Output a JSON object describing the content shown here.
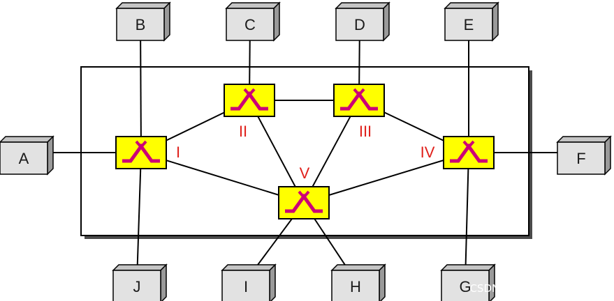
{
  "hosts": [
    {
      "id": "A",
      "label": "A"
    },
    {
      "id": "B",
      "label": "B"
    },
    {
      "id": "C",
      "label": "C"
    },
    {
      "id": "D",
      "label": "D"
    },
    {
      "id": "E",
      "label": "E"
    },
    {
      "id": "F",
      "label": "F"
    },
    {
      "id": "G",
      "label": "G"
    },
    {
      "id": "H",
      "label": "H"
    },
    {
      "id": "I",
      "label": "I"
    },
    {
      "id": "J",
      "label": "J"
    }
  ],
  "switches": [
    {
      "id": "S1",
      "label": "I"
    },
    {
      "id": "S2",
      "label": "II"
    },
    {
      "id": "S3",
      "label": "III"
    },
    {
      "id": "S4",
      "label": "IV"
    },
    {
      "id": "S5",
      "label": "V"
    }
  ],
  "links": [
    [
      "A",
      "S1"
    ],
    [
      "B",
      "S1"
    ],
    [
      "J",
      "S1"
    ],
    [
      "C",
      "S2"
    ],
    [
      "D",
      "S3"
    ],
    [
      "E",
      "S4"
    ],
    [
      "F",
      "S4"
    ],
    [
      "G",
      "S4"
    ],
    [
      "I",
      "S5"
    ],
    [
      "H",
      "S5"
    ],
    [
      "S1",
      "S2"
    ],
    [
      "S2",
      "S3"
    ],
    [
      "S3",
      "S4"
    ],
    [
      "S1",
      "S5"
    ],
    [
      "S2",
      "S5"
    ],
    [
      "S3",
      "S5"
    ],
    [
      "S4",
      "S5"
    ]
  ],
  "watermark": "CSDN @饶了我吧，放了我吧",
  "colors": {
    "switch_fill": "#ffff00",
    "switch_symbol": "#cc0077",
    "switch_label": "#e0201b",
    "host_front": "#e2e2e2",
    "host_top": "#c4c4c4",
    "host_side": "#9a9a9a"
  }
}
